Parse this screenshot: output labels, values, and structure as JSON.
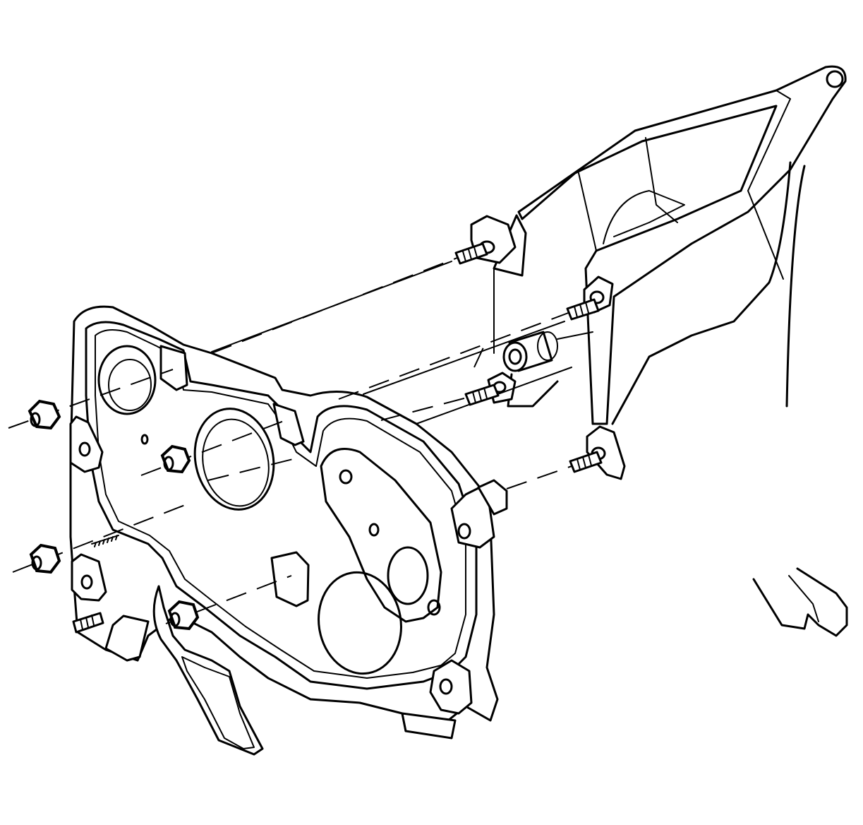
{
  "diagram": {
    "kind": "exploded-assembly-line-drawing",
    "line_color": "#000000",
    "background": "#ffffff",
    "parts": [
      {
        "id": "rear-support-bracket",
        "icon": "bracket-icon"
      },
      {
        "id": "front-cover-plate",
        "icon": "plate-icon"
      },
      {
        "id": "hex-nut",
        "icon": "hex-nut-icon",
        "count": 4
      },
      {
        "id": "stud",
        "icon": "stud-icon",
        "count": 5
      },
      {
        "id": "spacer-sleeve",
        "icon": "sleeve-icon",
        "count": 1
      }
    ],
    "alignment_lines": "dashed"
  }
}
